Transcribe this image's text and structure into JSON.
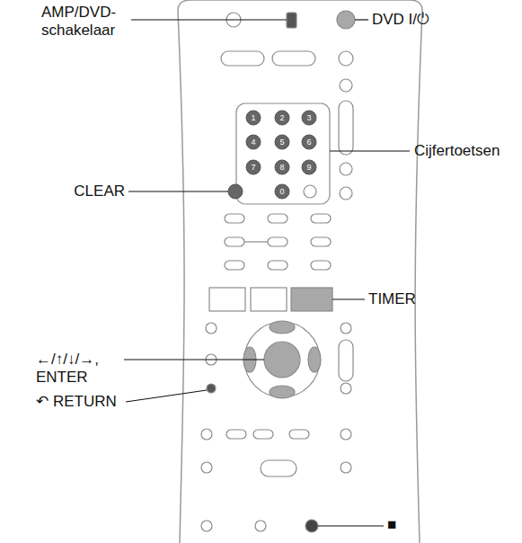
{
  "diagram": {
    "labels": [
      "AMP/DVD-schakelaar",
      "DVD I/⏻",
      "Cijfertoetsen",
      "1",
      "2",
      "3",
      "4",
      "5",
      "6",
      "7",
      "8",
      "9",
      "0",
      "CLEAR",
      "TIMER",
      "←/↑/↓/→, ENTER",
      "↶ RETURN",
      "■"
    ]
  }
}
